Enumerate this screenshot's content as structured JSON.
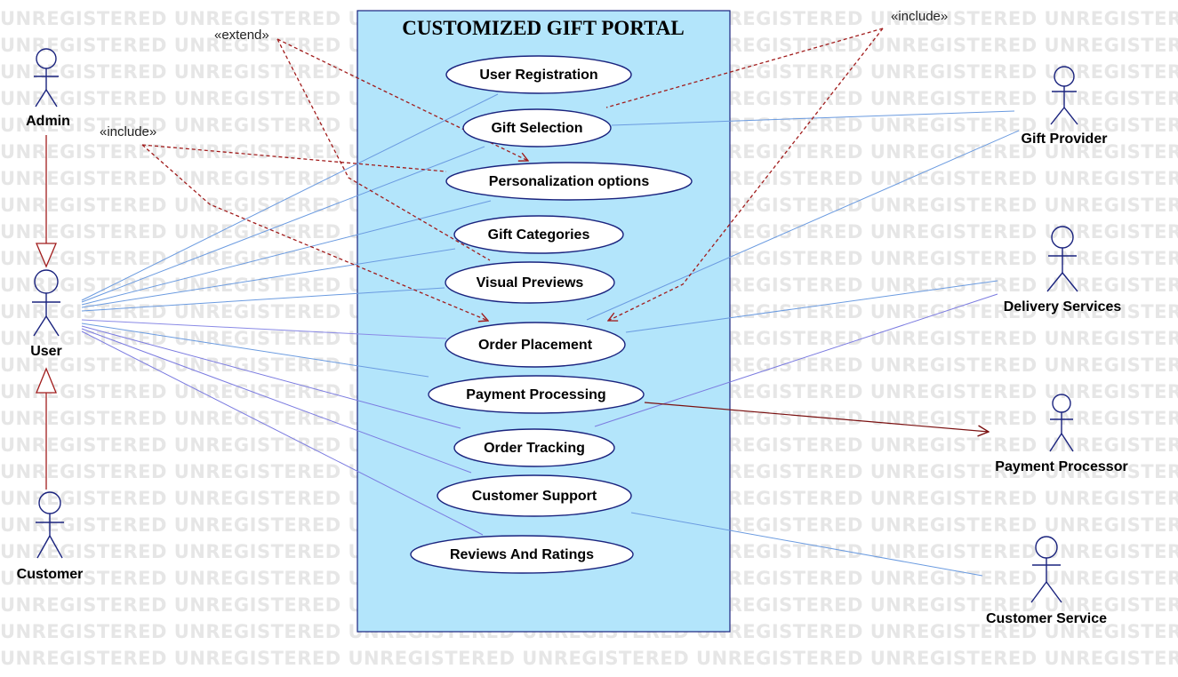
{
  "watermark_text": "UNREGISTERED",
  "colors": {
    "system_fill": "#b3e5fb",
    "system_border": "#1a237e",
    "usecase_border": "#1a237e",
    "actor_stroke": "#1a237e",
    "association_line": "#6b9be0",
    "association_line_alt": "#7b7be0",
    "dependency_line": "#a11c1c",
    "generalization_line": "#a11c1c",
    "watermark": "#e6e6e6"
  },
  "system": {
    "title": "CUSTOMIZED GIFT PORTAL"
  },
  "use_cases": [
    {
      "id": "uc1",
      "label": "User Registration"
    },
    {
      "id": "uc2",
      "label": "Gift Selection"
    },
    {
      "id": "uc3",
      "label": "Personalization options"
    },
    {
      "id": "uc4",
      "label": "Gift Categories"
    },
    {
      "id": "uc5",
      "label": "Visual Previews"
    },
    {
      "id": "uc6",
      "label": "Order Placement"
    },
    {
      "id": "uc7",
      "label": "Payment Processing"
    },
    {
      "id": "uc8",
      "label": "Order Tracking"
    },
    {
      "id": "uc9",
      "label": "Customer Support"
    },
    {
      "id": "uc10",
      "label": "Reviews And Ratings"
    }
  ],
  "actors": [
    {
      "id": "admin",
      "label": "Admin"
    },
    {
      "id": "user",
      "label": "User"
    },
    {
      "id": "customer",
      "label": "Customer"
    },
    {
      "id": "gift_provider",
      "label": "Gift Provider"
    },
    {
      "id": "delivery",
      "label": "Delivery Services"
    },
    {
      "id": "payment_processor",
      "label": "Payment Processor"
    },
    {
      "id": "customer_service",
      "label": "Customer Service"
    }
  ],
  "stereotypes": {
    "extend": "«extend»",
    "include_left": "«include»",
    "include_right": "«include»"
  }
}
